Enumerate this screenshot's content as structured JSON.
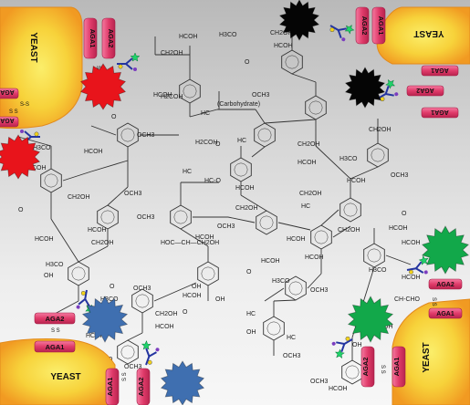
{
  "cells": {
    "top_left": "YEAST",
    "top_right": "YEAST",
    "bottom_left": "YEAST",
    "bottom_right": "YEAST"
  },
  "proteins": {
    "aga1": "AGA1",
    "aga2": "AGA2"
  },
  "disulfide": "S S",
  "disulfide_top_left": "S-S",
  "chem_labels": {
    "carbohydrate": "(Carbohydrate)",
    "ch2oh": "CH2OH",
    "h2coh": "H2COH",
    "hcoh": "HCOH",
    "hco": "HC-O",
    "hc": "HC",
    "och3": "OCH3",
    "h3co": "H3CO",
    "o": "O",
    "oh": "OH",
    "hoh2c": "HOH2C",
    "ch": "CH",
    "hoc_chain": "HOC—CH—CH2OH",
    "chcho": "CH-CHO"
  },
  "colors": {
    "yeast_inner": "#f8e23a",
    "yeast_outer": "#f5a623",
    "protein": "#e03b6a",
    "red_star": "#e8141b",
    "black_star": "#050505",
    "green_star": "#12a84a",
    "blue_star": "#3f6fb0",
    "linker": "#2334a0",
    "tag_green": "#1fd36a",
    "tag_yellow": "#f2d21a"
  }
}
